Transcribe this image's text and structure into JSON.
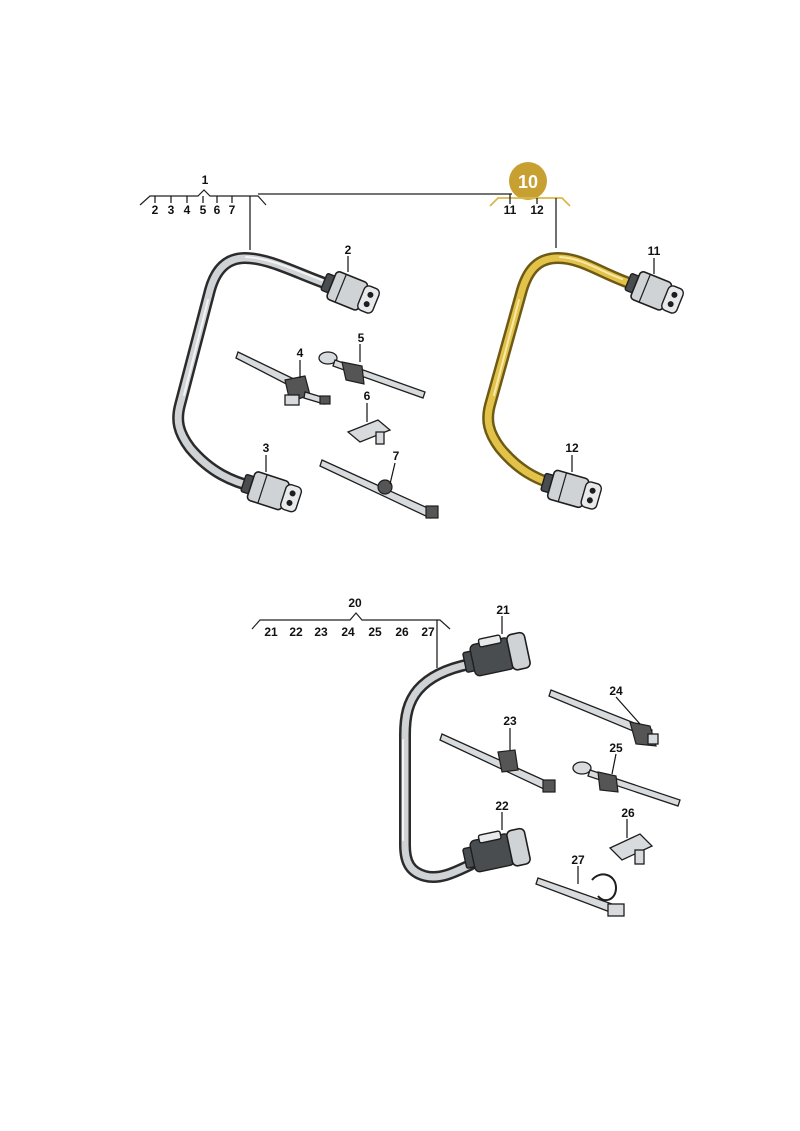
{
  "diagram": {
    "groups": [
      {
        "id": "group-1",
        "label": "1",
        "sub_labels": [
          "2",
          "3",
          "4",
          "5",
          "6",
          "7"
        ]
      },
      {
        "id": "group-10",
        "label": "10",
        "sub_labels": [
          "11",
          "12"
        ],
        "highlight_color": "#c8a032",
        "badge_text_color": "#ffffff"
      },
      {
        "id": "group-20",
        "label": "20",
        "sub_labels": [
          "21",
          "22",
          "23",
          "24",
          "25",
          "26",
          "27"
        ]
      }
    ],
    "callouts": {
      "c2": "2",
      "c3": "3",
      "c4": "4",
      "c5": "5",
      "c6": "6",
      "c7": "7",
      "c11": "11",
      "c12": "12",
      "c21": "21",
      "c22": "22",
      "c23": "23",
      "c24": "24",
      "c25": "25",
      "c26": "26",
      "c27": "27"
    }
  }
}
